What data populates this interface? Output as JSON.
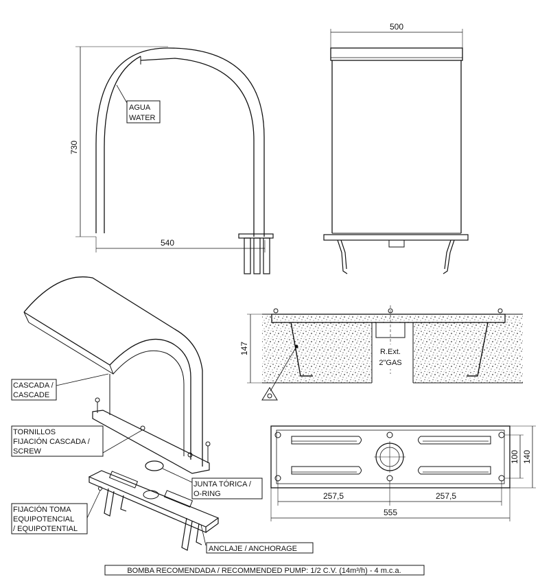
{
  "dimensions": {
    "height_730": "730",
    "width_540": "540",
    "width_500": "500",
    "depth_147": "147",
    "slot_257_left": "257,5",
    "slot_257_right": "257,5",
    "length_555": "555",
    "inner_100": "100",
    "outer_140": "140"
  },
  "labels": {
    "agua": "AGUA",
    "water": "WATER",
    "rext": "R.Ext.",
    "gas": "2\"GAS",
    "cascada_1": "CASCADA /",
    "cascada_2": "CASCADE",
    "tornillos_1": "TORNILLOS",
    "tornillos_2": "FIJACIÓN CASCADA /",
    "tornillos_3": "SCREW",
    "junta_1": "JUNTA TÓRICA /",
    "junta_2": "O-RING",
    "fijacion_1": "FIJACIÓN TOMA",
    "fijacion_2": "EQUIPOTENCIAL",
    "fijacion_3": "/ EQUIPOTENTIAL",
    "anclaje": "ANCLAJE / ANCHORAGE",
    "pump": "BOMBA RECOMENDADA / RECOMMENDED PUMP: 1/2 C.V. (14m³/h) - 4 m.c.a."
  }
}
